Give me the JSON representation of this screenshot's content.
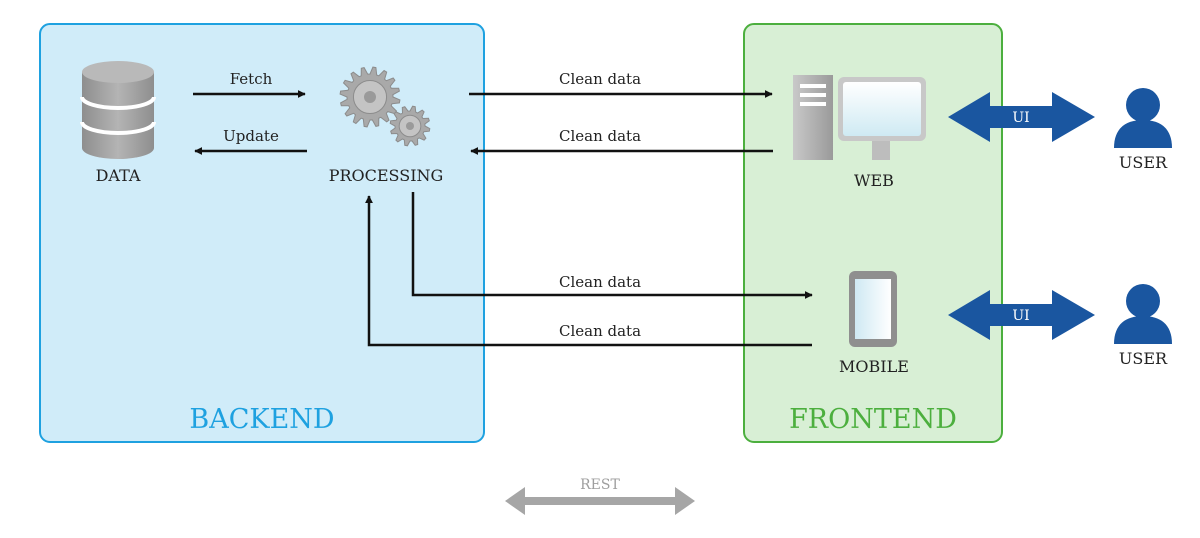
{
  "backend": {
    "title": "BACKEND"
  },
  "frontend": {
    "title": "FRONTEND"
  },
  "nodes": {
    "data": "DATA",
    "processing": "PROCESSING",
    "web": "WEB",
    "mobile": "MOBILE",
    "user_top": "USER",
    "user_bottom": "USER"
  },
  "edges": {
    "fetch": "Fetch",
    "update": "Update",
    "clean_data_web_out": "Clean data",
    "clean_data_web_in": "Clean data",
    "clean_data_mobile_out": "Clean data",
    "clean_data_mobile_in": "Clean data",
    "ui_web": "UI",
    "ui_mobile": "UI"
  },
  "legend": {
    "rest": "REST"
  },
  "colors": {
    "backend_fill": "#d0ecf9",
    "backend_border": "#1ea1e0",
    "frontend_fill": "#d8efd5",
    "frontend_border": "#4caf3e",
    "ui_arrow": "#1a56a0",
    "user": "#1a56a0",
    "rest_arrow": "#a6a6a6"
  }
}
